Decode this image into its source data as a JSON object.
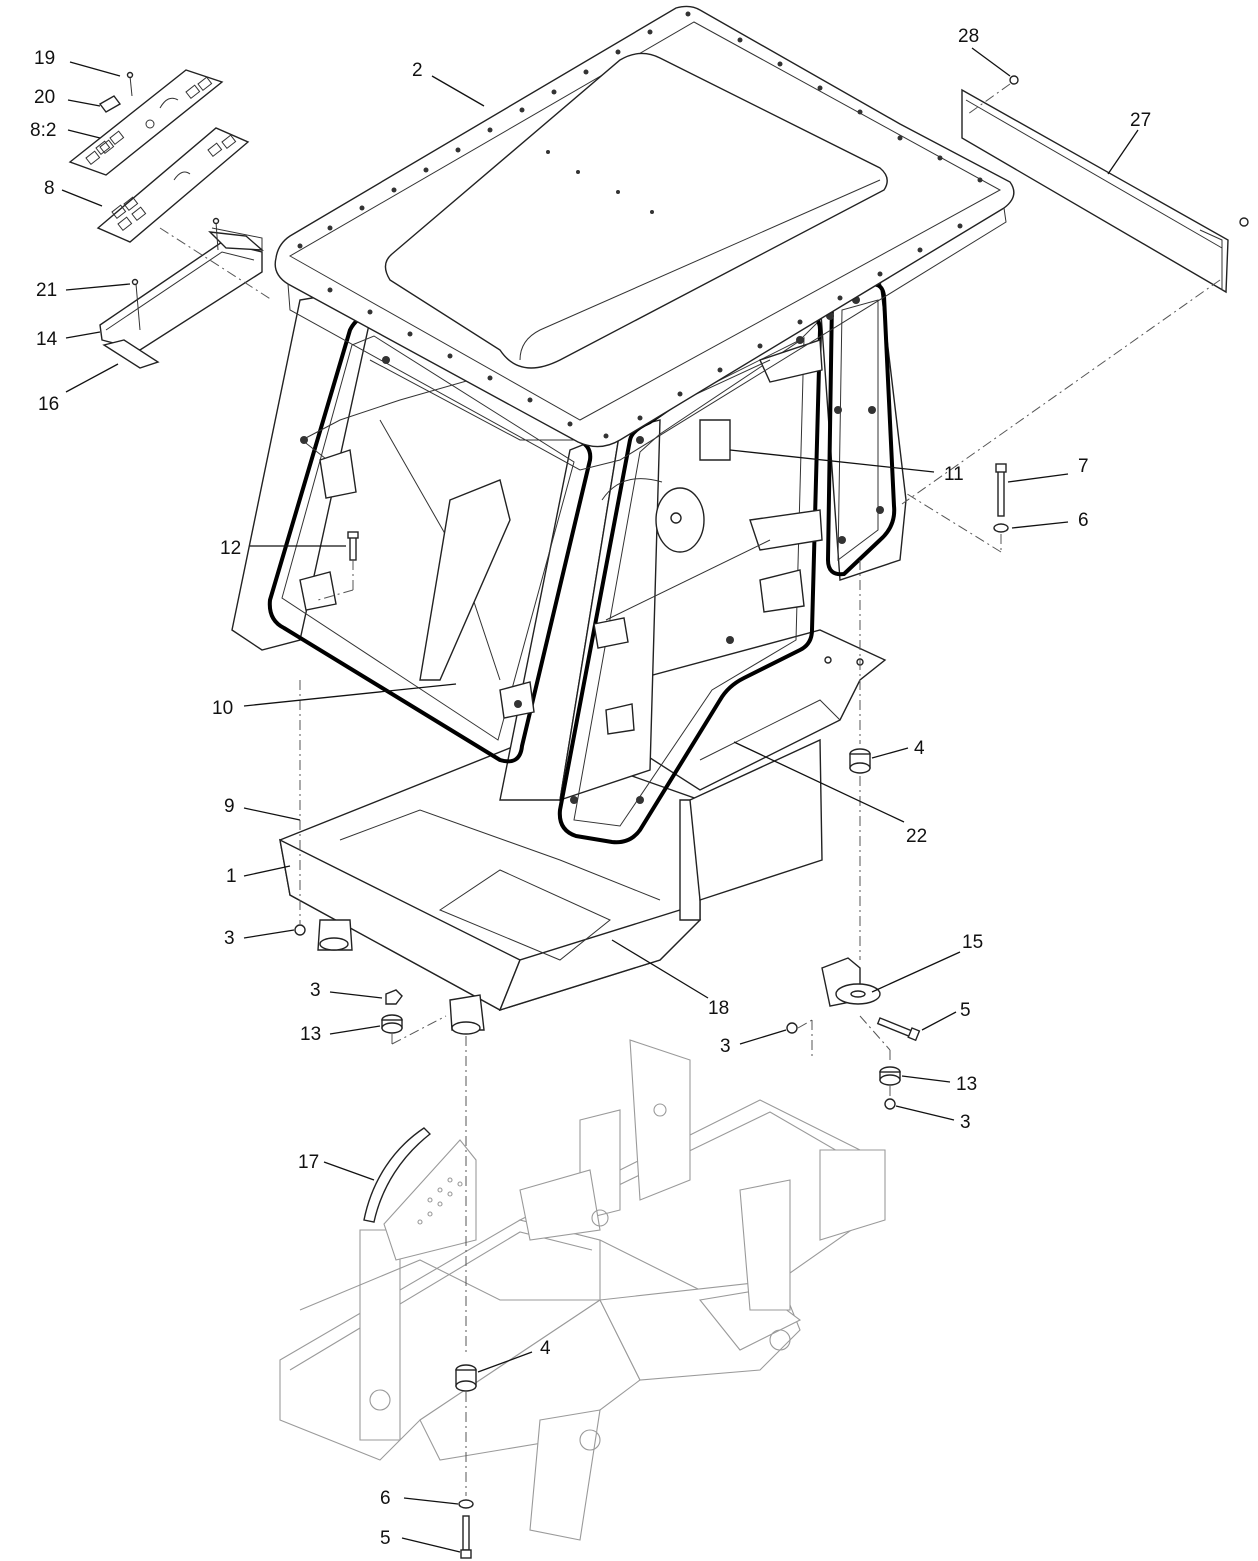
{
  "callouts": [
    {
      "id": "c19",
      "text": "19"
    },
    {
      "id": "c20",
      "text": "20"
    },
    {
      "id": "c8-2",
      "text": "8:2"
    },
    {
      "id": "c8",
      "text": "8"
    },
    {
      "id": "c21",
      "text": "21"
    },
    {
      "id": "c14",
      "text": "14"
    },
    {
      "id": "c16",
      "text": "16"
    },
    {
      "id": "c2",
      "text": "2"
    },
    {
      "id": "c28",
      "text": "28"
    },
    {
      "id": "c27",
      "text": "27"
    },
    {
      "id": "c11",
      "text": "11"
    },
    {
      "id": "c7",
      "text": "7"
    },
    {
      "id": "c6a",
      "text": "6"
    },
    {
      "id": "c12",
      "text": "12"
    },
    {
      "id": "c10",
      "text": "10"
    },
    {
      "id": "c4a",
      "text": "4"
    },
    {
      "id": "c22",
      "text": "22"
    },
    {
      "id": "c9",
      "text": "9"
    },
    {
      "id": "c1",
      "text": "1"
    },
    {
      "id": "c3a",
      "text": "3"
    },
    {
      "id": "c3b",
      "text": "3"
    },
    {
      "id": "c13a",
      "text": "13"
    },
    {
      "id": "c18",
      "text": "18"
    },
    {
      "id": "c15",
      "text": "15"
    },
    {
      "id": "c5a",
      "text": "5"
    },
    {
      "id": "c3c",
      "text": "3"
    },
    {
      "id": "c13b",
      "text": "13"
    },
    {
      "id": "c3d",
      "text": "3"
    },
    {
      "id": "c17",
      "text": "17"
    },
    {
      "id": "c4b",
      "text": "4"
    },
    {
      "id": "c6b",
      "text": "6"
    },
    {
      "id": "c5b",
      "text": "5"
    }
  ]
}
